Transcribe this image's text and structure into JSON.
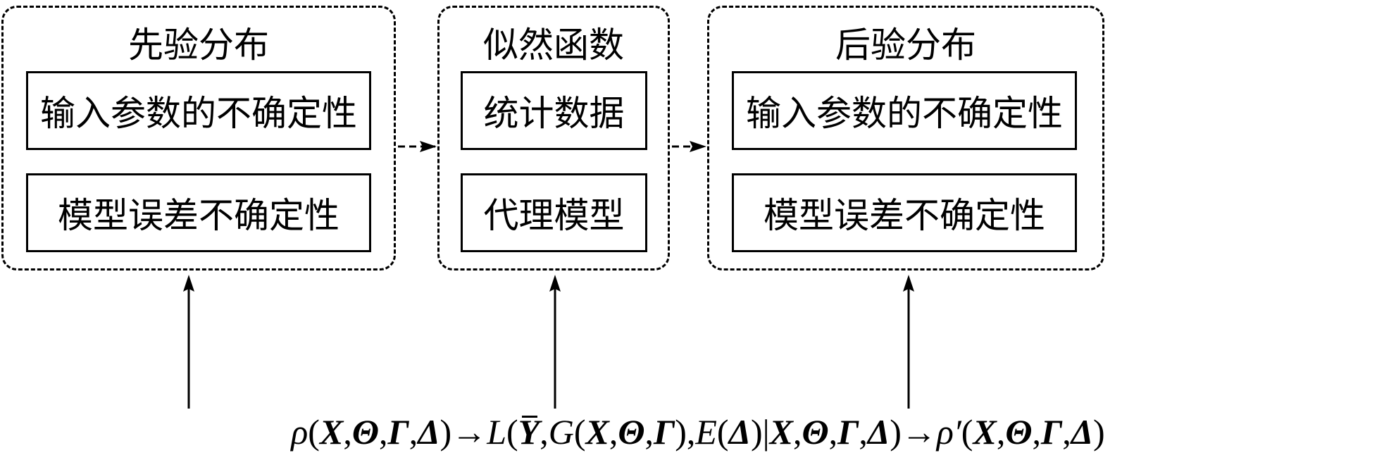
{
  "groups": [
    {
      "title": "先验分布",
      "items": [
        "输入参数的不确定性",
        "模型误差不确定性"
      ]
    },
    {
      "title": "似然函数",
      "items": [
        "统计数据",
        "代理模型"
      ]
    },
    {
      "title": "后验分布",
      "items": [
        "输入参数的不确定性",
        "模型误差不确定性"
      ]
    }
  ],
  "formula": {
    "rho": "ρ",
    "rho_prime": "ρ′",
    "L": "L",
    "G": "G",
    "E": "E",
    "X": "X",
    "Theta": "Θ",
    "Gamma": "Γ",
    "Delta": "Δ",
    "Y": "Y",
    "arrow": "→",
    "bar": "|",
    "lparen": "(",
    "rparen": ")",
    "comma": ","
  }
}
